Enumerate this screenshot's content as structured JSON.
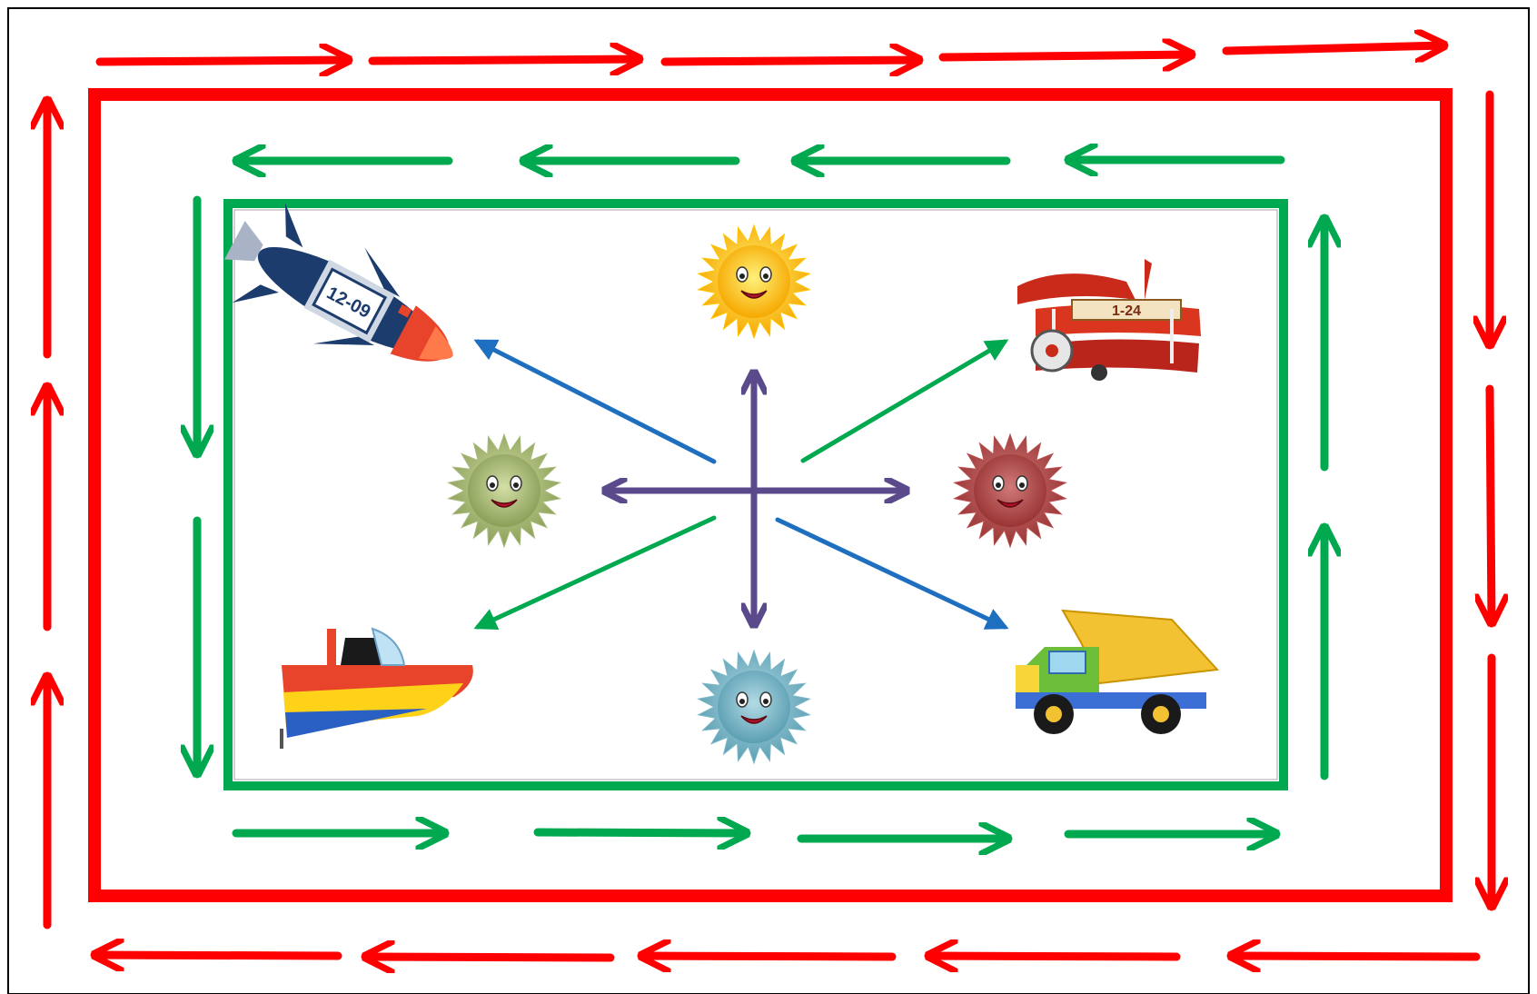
{
  "palette": {
    "outer_red": "#ff0000",
    "inner_green": "#00a94f",
    "blue": "#1e6fbf",
    "purple": "#5b4a8b",
    "frame": "#000000"
  },
  "loops": {
    "outer": {
      "color": "red",
      "direction": "clockwise"
    },
    "inner": {
      "color": "green",
      "direction": "counterclockwise"
    }
  },
  "center_cross": {
    "arrows": [
      "up",
      "down",
      "left",
      "right"
    ],
    "diagonals": [
      {
        "to": "rocket",
        "color": "blue"
      },
      {
        "to": "airplane",
        "color": "green"
      },
      {
        "to": "boat",
        "color": "green"
      },
      {
        "to": "dump-truck",
        "color": "blue"
      }
    ]
  },
  "items": [
    {
      "name": "rocket",
      "position": "top-left",
      "icon": "rocket-icon"
    },
    {
      "name": "yellow-sun",
      "position": "top",
      "icon": "sun-icon",
      "color": "#ffc400"
    },
    {
      "name": "airplane",
      "position": "top-right",
      "icon": "biplane-icon"
    },
    {
      "name": "green-sun",
      "position": "left",
      "icon": "sun-icon",
      "color": "#a8b97a"
    },
    {
      "name": "red-sun",
      "position": "right",
      "icon": "sun-icon",
      "color": "#b84e4e"
    },
    {
      "name": "boat",
      "position": "bottom-left",
      "icon": "boat-icon"
    },
    {
      "name": "blue-sun",
      "position": "bottom",
      "icon": "sun-icon",
      "color": "#7cb7c7"
    },
    {
      "name": "dump-truck",
      "position": "bottom-right",
      "icon": "dump-truck-icon"
    }
  ],
  "toy_labels": {
    "rocket_number": "12-09",
    "plane_number": "1-24"
  }
}
